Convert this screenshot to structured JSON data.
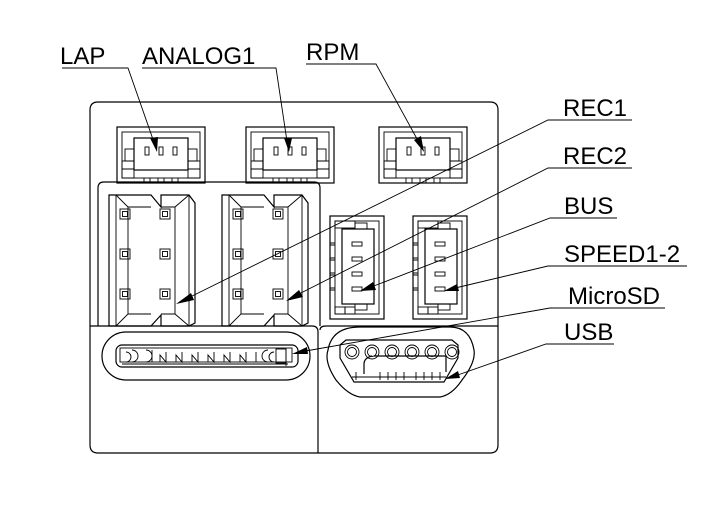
{
  "diagram": {
    "type": "connector-layout",
    "line_color": "#000000",
    "background": "#ffffff",
    "labels": {
      "lap": "LAP",
      "analog1": "ANALOG1",
      "rpm": "RPM",
      "rec1": "REC1",
      "rec2": "REC2",
      "bus": "BUS",
      "speed": "SPEED1-2",
      "microsd": "MicroSD",
      "usb": "USB"
    },
    "connectors": [
      {
        "id": "lap",
        "kind": "3-pin header",
        "pins": 3
      },
      {
        "id": "analog1",
        "kind": "3-pin header",
        "pins": 3
      },
      {
        "id": "rpm",
        "kind": "3-pin header",
        "pins": 3
      },
      {
        "id": "rec1",
        "kind": "2x3 servo header",
        "pins": 6
      },
      {
        "id": "rec2",
        "kind": "2x3 servo header",
        "pins": 6
      },
      {
        "id": "bus",
        "kind": "4-pin header",
        "pins": 4
      },
      {
        "id": "speed",
        "kind": "4-pin header",
        "pins": 4
      },
      {
        "id": "microsd",
        "kind": "card slot"
      },
      {
        "id": "usb",
        "kind": "micro USB"
      }
    ]
  }
}
